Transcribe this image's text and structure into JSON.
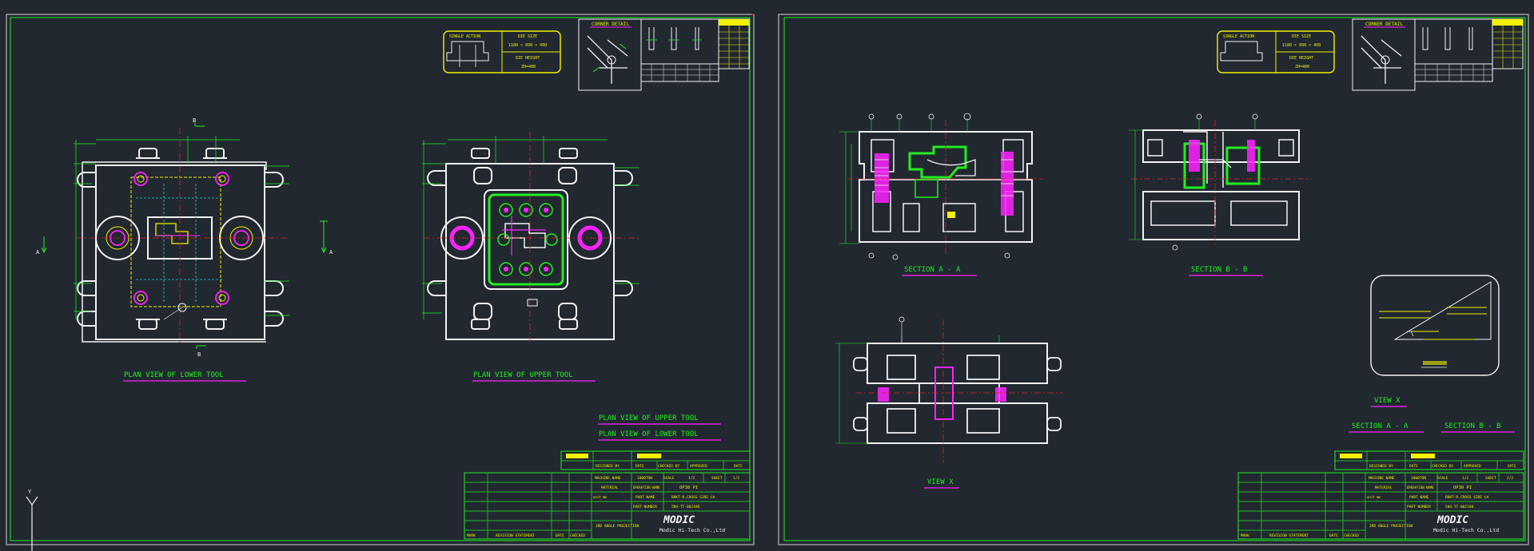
{
  "colors": {
    "background": "#212830",
    "white": "#f2f2f2",
    "yellow": "#f2f200",
    "green": "#22ee22",
    "magenta": "#ff22ff",
    "red": "#e02020",
    "cyan": "#22cccc",
    "frame": "#b8b8b8"
  },
  "sheet1": {
    "lower_plan_title": "PLAN VIEW OF LOWER TOOL",
    "upper_plan_title": "PLAN VIEW OF UPPER TOOL",
    "legend_upper": "PLAN VIEW OF UPPER TOOL",
    "legend_lower": "PLAN VIEW OF LOWER TOOL",
    "corner_detail_label": "CORNER DETAIL",
    "die_info": {
      "single_action": "SINGLE ACTION",
      "die_size_label": "DIE SIZE",
      "die_size_value": "1180 × 890 × 400",
      "die_height_label": "DIE HEIGHT",
      "die_height_value": "ZH=400"
    },
    "section_marks": {
      "top": "B",
      "bottom": "B",
      "left": "A",
      "right": "A"
    },
    "title_block": {
      "designed_by": "DESIGNED BY",
      "date": "DATE",
      "checked_by": "CHECKED BY",
      "approved": "APPROVED",
      "machine_name": "MACHINE NAME",
      "machine_value": "1000TON",
      "scale": "SCALE",
      "scale_value": "1/2",
      "sheet": "SHEET",
      "sheet_value": "1/2",
      "material": "MATERIAL",
      "operation_name": "OPERATION NAME",
      "op_value": "OP30 PI",
      "part_name": "PART NAME",
      "part_value": "BRKT-R.CROSS SIDE LH",
      "part_number": "PART NUMBER",
      "part_number_value": "5N4-TT-002190",
      "mark": "MARK",
      "revision_statement": "REVISION STATEMENT",
      "checked": "CHECKED",
      "projection": "3RD ANGLE PROJECTION",
      "unit": "unit mm",
      "logo": "MODIC",
      "company": "Modic Hi-Tech Co.,Ltd"
    }
  },
  "sheet2": {
    "section_a_title": "SECTION A - A",
    "section_b_title": "SECTION B - B",
    "view_x_title": "VIEW X",
    "legend_view_x": "VIEW X",
    "legend_section_a": "SECTION A - A",
    "legend_section_b": "SECTION B - B",
    "corner_detail_label": "CORNER DETAIL",
    "die_info": {
      "single_action": "SINGLE ACTION",
      "die_size_label": "DIE SIZE",
      "die_size_value": "1180 × 890 × 400",
      "die_height_label": "DIE HEIGHT",
      "die_height_value": "ZH=400"
    },
    "title_block": {
      "designed_by": "DESIGNED BY",
      "date": "DATE",
      "checked_by": "CHECKED BY",
      "approved": "APPROVED",
      "machine_name": "MACHINE NAME",
      "machine_value": "1000TON",
      "scale": "SCALE",
      "scale_value": "1/2",
      "sheet": "SHEET",
      "sheet_value": "2/2",
      "material": "MATERIAL",
      "operation_name": "OPERATION NAME",
      "op_value": "OP30 PI",
      "part_name": "PART NAME",
      "part_value": "BRKT-R.CROSS SIDE LH",
      "part_number": "PART NUMBER",
      "part_number_value": "5N4-TT-002190",
      "mark": "MARK",
      "revision_statement": "REVISION STATEMENT",
      "checked": "CHECKED",
      "projection": "3RD ANGLE PROJECTION",
      "unit": "unit mm",
      "logo": "MODIC",
      "company": "Modic Hi-Tech Co.,Ltd"
    }
  },
  "ucs_icon_label": "Y"
}
